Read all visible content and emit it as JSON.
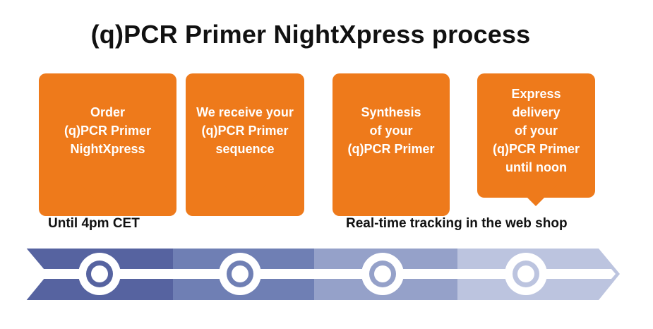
{
  "title": "(q)PCR Primer NightXpress process",
  "colors": {
    "orange": "#ee7a1b",
    "segment_1": "#5663a0",
    "segment_2": "#6f7fb4",
    "segment_3": "#95a1c9",
    "segment_4": "#bcc4df"
  },
  "steps": [
    {
      "lines": [
        "Order",
        "(q)PCR Primer",
        "NightXpress"
      ]
    },
    {
      "lines": [
        "We receive your",
        "(q)PCR Primer",
        "sequence"
      ]
    },
    {
      "lines": [
        "Synthesis",
        "of your",
        "(q)PCR Primer"
      ]
    },
    {
      "lines": [
        "Express",
        "delivery",
        "of your",
        "(q)PCR Primer",
        "until noon"
      ]
    }
  ],
  "notes": {
    "left": "Until 4pm CET",
    "right": "Real-time tracking in the web shop"
  }
}
